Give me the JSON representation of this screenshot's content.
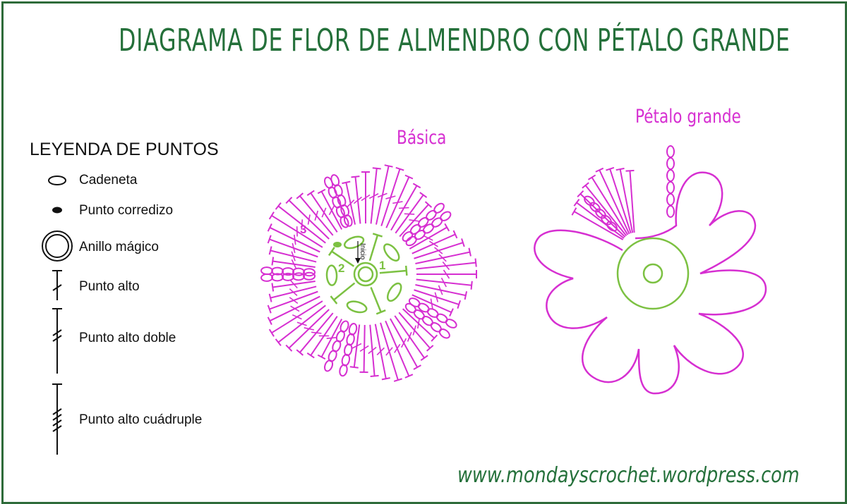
{
  "title": "DIAGRAMA DE FLOR DE ALMENDRO CON PÉTALO GRANDE",
  "legend": {
    "title": "LEYENDA DE PUNTOS",
    "items": [
      {
        "label": "Cadeneta",
        "icon": "chain-stitch-icon"
      },
      {
        "label": "Punto corredizo",
        "icon": "slip-stitch-icon"
      },
      {
        "label": "Anillo mágico",
        "icon": "magic-ring-icon"
      },
      {
        "label": "Punto alto",
        "icon": "double-crochet-icon"
      },
      {
        "label": "Punto alto doble",
        "icon": "treble-crochet-icon"
      },
      {
        "label": "Punto alto cuádruple",
        "icon": "quadruple-treble-icon"
      }
    ]
  },
  "diagrams": {
    "basic": {
      "label": "Básica",
      "round_labels": [
        "1",
        "2",
        "3"
      ],
      "start_label": "Inicio"
    },
    "large_petal": {
      "label": "Pétalo grande"
    }
  },
  "website": "www.mondayscrochet.wordpress.com",
  "colors": {
    "title_green": "#24703a",
    "frame_green": "#2e6b3a",
    "magenta": "#d62fd1",
    "round_green": "#7cc142",
    "text": "#111111"
  }
}
